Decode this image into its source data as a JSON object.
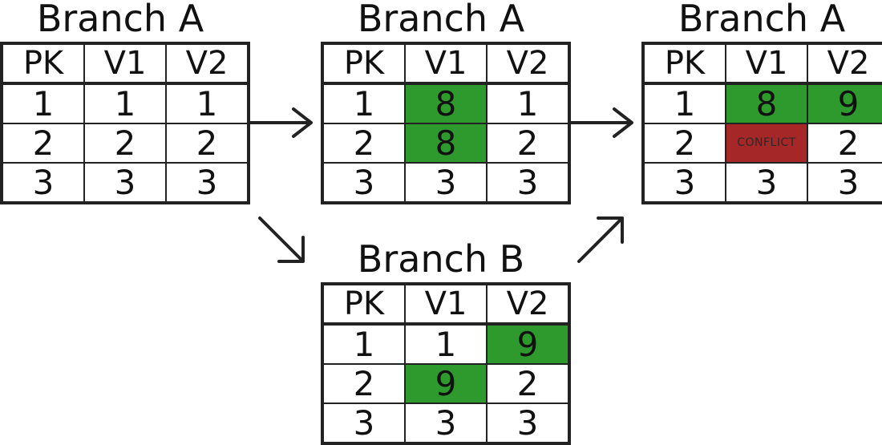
{
  "columns": [
    "PK",
    "V1",
    "V2"
  ],
  "colors": {
    "changed": "#2e9a2e",
    "conflict": "#a52727",
    "line": "#222222"
  },
  "panels": [
    {
      "id": "branch-a-initial",
      "title": "Branch A",
      "rows": [
        [
          {
            "v": "1"
          },
          {
            "v": "1"
          },
          {
            "v": "1"
          }
        ],
        [
          {
            "v": "2"
          },
          {
            "v": "2"
          },
          {
            "v": "2"
          }
        ],
        [
          {
            "v": "3"
          },
          {
            "v": "3"
          },
          {
            "v": "3"
          }
        ]
      ]
    },
    {
      "id": "branch-a-updated",
      "title": "Branch A",
      "rows": [
        [
          {
            "v": "1"
          },
          {
            "v": "8",
            "s": "changed"
          },
          {
            "v": "1"
          }
        ],
        [
          {
            "v": "2"
          },
          {
            "v": "8",
            "s": "changed"
          },
          {
            "v": "2"
          }
        ],
        [
          {
            "v": "3"
          },
          {
            "v": "3"
          },
          {
            "v": "3"
          }
        ]
      ]
    },
    {
      "id": "branch-a-merged",
      "title": "Branch A",
      "rows": [
        [
          {
            "v": "1"
          },
          {
            "v": "8",
            "s": "changed"
          },
          {
            "v": "9",
            "s": "changed"
          }
        ],
        [
          {
            "v": "2"
          },
          {
            "v": "CONFLICT",
            "s": "conflict"
          },
          {
            "v": "2"
          }
        ],
        [
          {
            "v": "3"
          },
          {
            "v": "3"
          },
          {
            "v": "3"
          }
        ]
      ]
    },
    {
      "id": "branch-b",
      "title": "Branch B",
      "rows": [
        [
          {
            "v": "1"
          },
          {
            "v": "1"
          },
          {
            "v": "9",
            "s": "changed"
          }
        ],
        [
          {
            "v": "2"
          },
          {
            "v": "9",
            "s": "changed"
          },
          {
            "v": "2"
          }
        ],
        [
          {
            "v": "3"
          },
          {
            "v": "3"
          },
          {
            "v": "3"
          }
        ]
      ]
    }
  ]
}
